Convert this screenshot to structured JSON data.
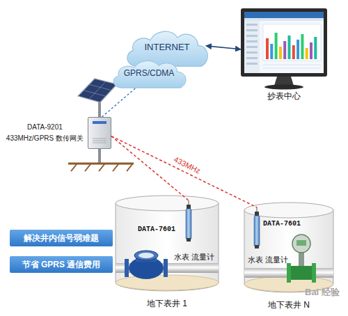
{
  "diagram": {
    "nodes": [
      {
        "text": [
          "INTERNET"
        ]
      },
      {
        "text": [
          "GPRS/CDMA"
        ]
      },
      {
        "text": [
          "抄表中心"
        ]
      },
      {
        "text": [
          "DATA-9201",
          "433MHz/GPRS 数传网关"
        ]
      },
      {
        "text": [
          "地下表井 1"
        ]
      },
      {
        "text": [
          "DATA-7601"
        ],
        "in": 4
      },
      {
        "text": [
          "地下表井 N"
        ]
      },
      {
        "text": [
          "DATA-7601"
        ],
        "in": 6
      },
      {
        "text": [
          "解决井内信号弱难题"
        ]
      },
      {
        "text": [
          "节省 GPRS 通信费用"
        ]
      }
    ],
    "edges": [
      {
        "from": 0,
        "to": 2,
        "arrow": "both"
      },
      {
        "from": 3,
        "to": 1,
        "arrow": "none"
      },
      {
        "from": 3,
        "to": 5,
        "arrow": "none"
      },
      {
        "from": 3,
        "to": 7,
        "arrow": "none",
        "label": "433MHz"
      }
    ],
    "labels": [
      "水表 流量计",
      "水表 流量计",
      "Bai 经验"
    ]
  }
}
